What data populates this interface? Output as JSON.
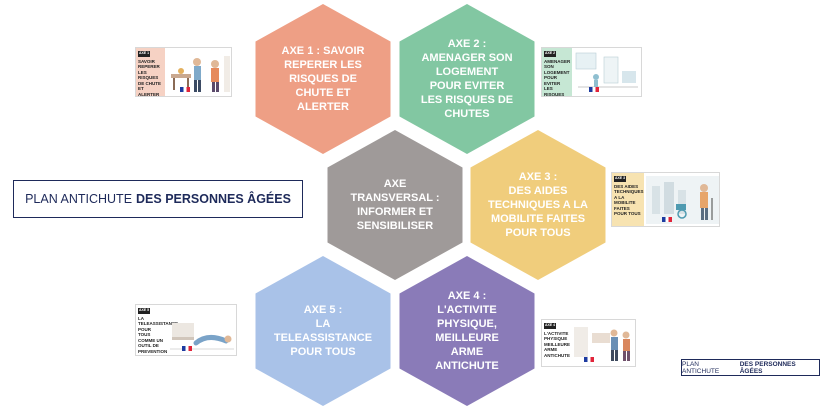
{
  "hexagons": {
    "axe1": "AXE 1 : SAVOIR\nREPERER LES\nRISQUES DE\nCHUTE ET\nALERTER",
    "axe2": "AXE 2 :\nAMENAGER SON\nLOGEMENT\nPOUR EVITER\nLES RISQUES DE\nCHUTES",
    "transversal": "AXE\nTRANSVERSAL :\nINFORMER ET\nSENSIBILISER",
    "axe3": "AXE 3 :\nDES AIDES\nTECHNIQUES A LA\nMOBILITE FAITES\nPOUR TOUS",
    "axe5": "AXE 5 :\nLA\nTELEASSISTANCE\nPOUR TOUS",
    "axe4": "AXE 4 :\nL'ACTIVITE\nPHYSIQUE,\nMEILLEURE\nARME\nANTICHUTE"
  },
  "banner": {
    "part1": "PLAN ANTICHUTE",
    "part2": "DES PERSONNES ÂGÉES"
  },
  "small_banner": {
    "part1": "PLAN ANTICHUTE",
    "part2": "DES PERSONNES ÂGÉES"
  },
  "thumbnails": {
    "t1": {
      "tag": "AXE 1",
      "text": "SAVOIR REPERER LES RISQUES DE CHUTE ET ALERTER",
      "color": "#ee9f85"
    },
    "t2": {
      "tag": "AXE 2",
      "text": "AMENAGER SON LOGEMENT POUR EVITER LES RISQUES DE CHUTES",
      "color": "#82c7a2"
    },
    "t3": {
      "tag": "AXE 3",
      "text": "DES AIDES TECHNIQUES A LA MOBILITE FAITES POUR TOUS",
      "color": "#f0cd7c"
    },
    "t5": {
      "tag": "AXE 5",
      "text": "LA TELEASSISTANCE POUR TOUS COMME UN OUTIL DE PREVENTION DES CHUTES GRAVES",
      "color": "#a9c2e8"
    },
    "t4": {
      "tag": "AXE 4",
      "text": "L'ACTIVITE PHYSIQUE MEILLEURE ARME ANTICHUTE",
      "color": "#8a7bb8"
    }
  },
  "colors": {
    "axe1": "#ee9f85",
    "axe2": "#82c7a2",
    "transversal": "#9f9a99",
    "axe3": "#f0cd7c",
    "axe5": "#a9c2e8",
    "axe4": "#8a7bb8",
    "navy": "#1e2a5a"
  }
}
